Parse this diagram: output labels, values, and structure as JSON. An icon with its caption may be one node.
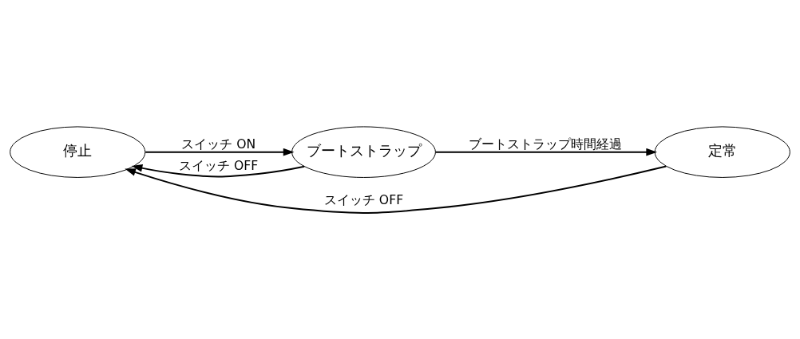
{
  "diagram": {
    "nodes": [
      {
        "text": [
          "停止"
        ]
      },
      {
        "text": [
          "ブートストラップ"
        ]
      },
      {
        "text": [
          "定常"
        ]
      }
    ],
    "edges": [
      {
        "from": 0,
        "to": 1,
        "arrow": "to",
        "label": "スイッチ ON"
      },
      {
        "from": 1,
        "to": 2,
        "arrow": "to",
        "label": "ブートストラップ時間経過"
      },
      {
        "from": 1,
        "to": 0,
        "arrow": "to",
        "label": "スイッチ OFF"
      },
      {
        "from": 2,
        "to": 0,
        "arrow": "to",
        "label": "スイッチ OFF"
      }
    ]
  }
}
